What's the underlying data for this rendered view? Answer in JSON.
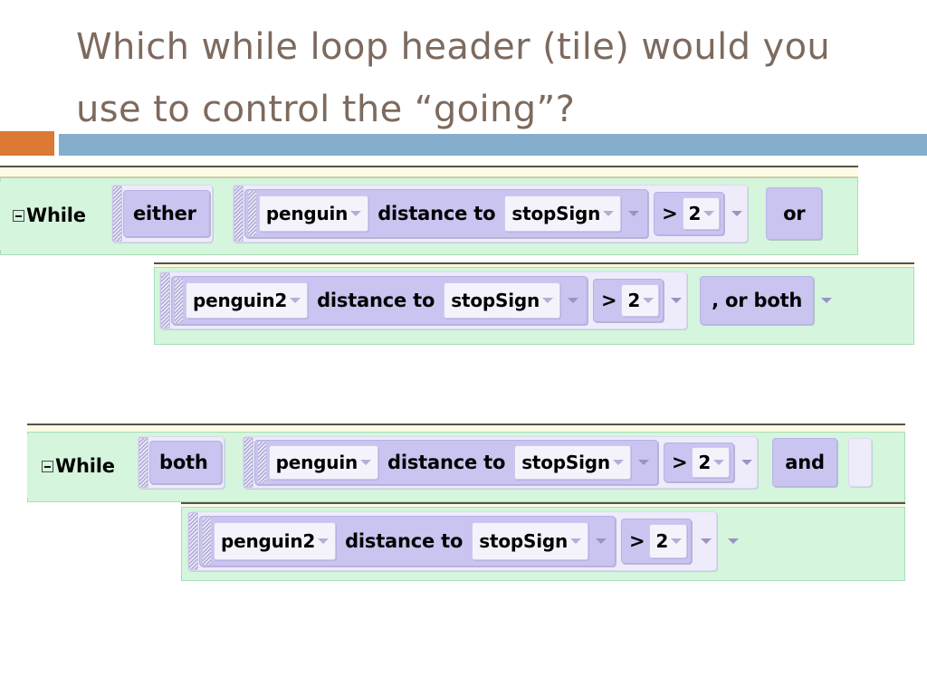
{
  "slide": {
    "title": "Which while loop header (tile) would you use to control the “going”?",
    "accent_orange": "#db7935",
    "accent_blue": "#84aecb"
  },
  "code_blocks": [
    {
      "id": "while-either",
      "keyword": "While",
      "collapse_state": "expanded",
      "operator": "either",
      "rows": [
        {
          "object": "penguin",
          "method": "distance to",
          "target": "stopSign",
          "comparison": ">",
          "value": "2",
          "trailing_operator": "or"
        },
        {
          "object": "penguin2",
          "method": "distance to",
          "target": "stopSign",
          "comparison": ">",
          "value": "2",
          "trailing_operator": ", or both"
        }
      ]
    },
    {
      "id": "while-both",
      "keyword": "While",
      "collapse_state": "expanded",
      "operator": "both",
      "rows": [
        {
          "object": "penguin",
          "method": "distance to",
          "target": "stopSign",
          "comparison": ">",
          "value": "2",
          "trailing_operator": "and"
        },
        {
          "object": "penguin2",
          "method": "distance to",
          "target": "stopSign",
          "comparison": ">",
          "value": "2",
          "trailing_operator": ""
        }
      ]
    }
  ]
}
